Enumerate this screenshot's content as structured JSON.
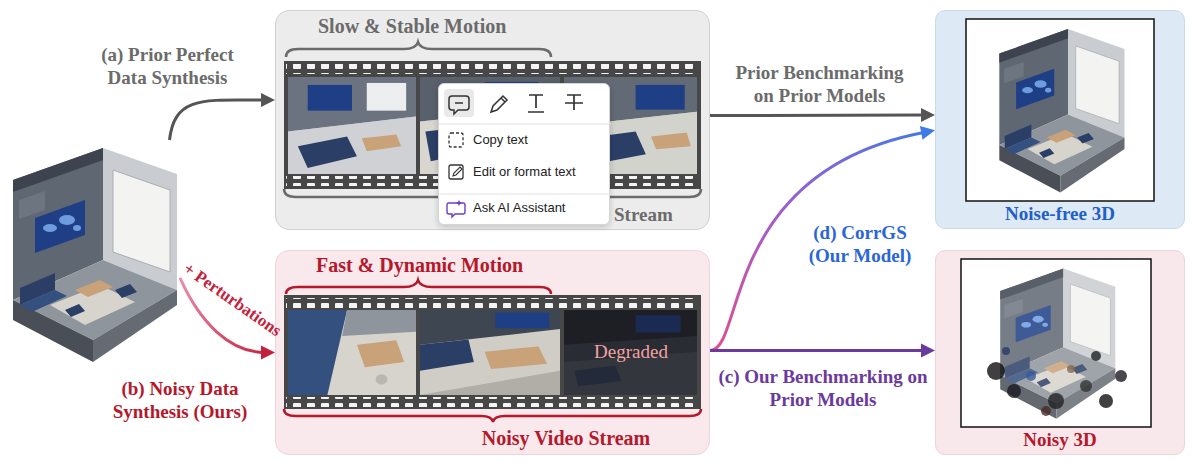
{
  "diagram": {
    "nodes": [
      {
        "text": [
          "(b) Noisy Data Synthesis (Ours)"
        ]
      },
      {
        "text": [
          "Slow & Stable Motion",
          "Stream"
        ]
      },
      {
        "text": [
          "Copy text",
          "Edit or format text",
          "Ask AI Assistant"
        ],
        "in": 1
      },
      {
        "text": [
          "Fast & Dynamic Motion",
          "Noisy Video Stream"
        ]
      },
      {
        "text": [
          "Noise-free 3D"
        ]
      },
      {
        "text": [
          "Noisy 3D"
        ]
      }
    ],
    "edges": [
      {
        "from": 0,
        "to": 1,
        "arrow": "to",
        "label": "(a) Prior Perfect Data Synthesis"
      },
      {
        "from": 0,
        "to": 3,
        "arrow": "to",
        "label": "+ Perturbations"
      },
      {
        "from": 1,
        "to": 4,
        "arrow": "to",
        "label": "Prior Benchmarking on Prior Models"
      },
      {
        "from": 3,
        "to": 4,
        "arrow": "to",
        "label": "(d) CorrGS (Our Model)"
      },
      {
        "from": 3,
        "to": 5,
        "arrow": "to",
        "label": "(c) Our Benchmarking on Prior Models"
      }
    ],
    "labels": [
      "Degraded"
    ]
  }
}
